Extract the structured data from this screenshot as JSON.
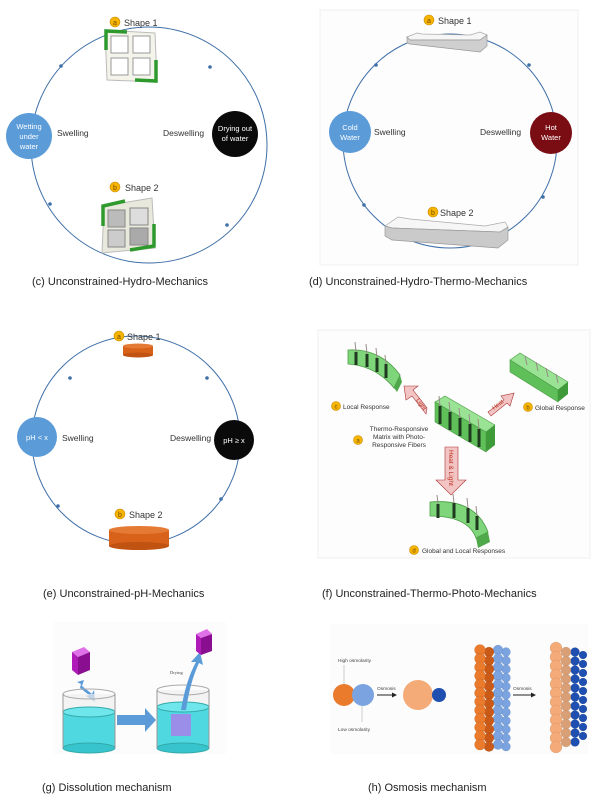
{
  "colors": {
    "cycle_line": "#3f6fa8",
    "badge": "#f5b400",
    "wet_blue": "#5a9bd8",
    "black": "#0a0a0a",
    "hot_red": "#7a0d14",
    "green": "#2e9a2e",
    "light_green": "#7fd67a",
    "orange": "#d9621a",
    "water": "#4fd8e0",
    "magenta": "#b01ab8",
    "arrow_blue": "#5a9bd8",
    "pink_arrow": "#f2c4c4",
    "osmo_orange": "#ea7a2c",
    "osmo_light_orange": "#f5ab77",
    "osmo_blue": "#7aa3e0",
    "osmo_dark_blue": "#1f4fb0"
  },
  "panel_c": {
    "caption": "(c) Unconstrained-Hydro-Mechanics",
    "shape1_badge": "a",
    "shape1_label": "Shape 1",
    "shape2_badge": "b",
    "shape2_label": "Shape 2",
    "left_node": [
      "Wetting",
      "under",
      "water"
    ],
    "right_node": [
      "Drying out",
      "of water"
    ],
    "left_process": "Swelling",
    "right_process": "Deswelling"
  },
  "panel_d": {
    "caption": "(d) Unconstrained-Hydro-Thermo-Mechanics",
    "shape1_badge": "a",
    "shape1_label": "Shape 1",
    "shape2_badge": "b",
    "shape2_label": "Shape 2",
    "left_node": [
      "Cold",
      "Water"
    ],
    "right_node": [
      "Hot",
      "Water"
    ],
    "left_process": "Swelling",
    "right_process": "Deswelling"
  },
  "panel_e": {
    "caption": "(e) Unconstrained-pH-Mechanics",
    "shape1_badge": "a",
    "shape1_label": "Shape 1",
    "shape2_badge": "b",
    "shape2_label": "Shape 2",
    "left_node": [
      "pH < x"
    ],
    "right_node": [
      "pH ≥ x"
    ],
    "left_process": "Swelling",
    "right_process": "Deswelling"
  },
  "panel_f": {
    "caption": "(f) Unconstrained-Thermo-Photo-Mechanics",
    "local_badge": "c",
    "local_label": "Local Response",
    "global_badge": "b",
    "global_label": "Global Response",
    "matrix_badge": "a",
    "matrix_label": [
      "Thermo-Responsive",
      "Matrix with Photo-",
      "Responsive Fibers"
    ],
    "both_badge": "d",
    "both_label": "Global and Local Responses",
    "arrow_light": "Light",
    "arrow_heat": "Heat",
    "arrow_both": "Heat & Light"
  },
  "panel_g": {
    "caption": "(g) Dissolution mechanism",
    "drying_label": "Drying"
  },
  "panel_h": {
    "caption": "(h) Osmosis mechanism",
    "high_label": "High osmolarity",
    "low_label": "Low osmolarity",
    "osmosis_label_1": "Osmosis",
    "osmosis_label_2": "Osmosis"
  }
}
